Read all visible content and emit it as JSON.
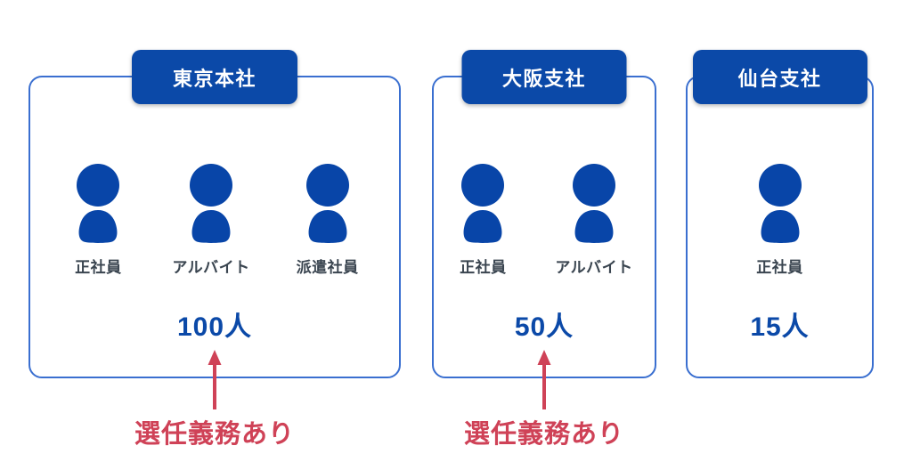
{
  "diagram": {
    "title_semantics": "office-headcount-selection-duty-diagram",
    "colors": {
      "badge_blue": "#0b49a8",
      "icon_blue": "#0845a8",
      "card_border_blue": "#3a6fd0",
      "label_gray": "#3a4550",
      "annotation_red": "#cf4257",
      "background": "#ffffff"
    },
    "offices": [
      {
        "id": "tokyo",
        "badge_label": "東京本社",
        "workers": [
          {
            "icon": "person-icon",
            "label": "正社員"
          },
          {
            "icon": "person-icon",
            "label": "アルバイト"
          },
          {
            "icon": "person-icon",
            "label": "派遣社員"
          }
        ],
        "headcount": "100人",
        "annotation": "選任義務あり",
        "has_annotation": true
      },
      {
        "id": "osaka",
        "badge_label": "大阪支社",
        "workers": [
          {
            "icon": "person-icon",
            "label": "正社員"
          },
          {
            "icon": "person-icon",
            "label": "アルバイト"
          }
        ],
        "headcount": "50人",
        "annotation": "選任義務あり",
        "has_annotation": true
      },
      {
        "id": "sendai",
        "badge_label": "仙台支社",
        "workers": [
          {
            "icon": "person-icon",
            "label": "正社員"
          }
        ],
        "headcount": "15人",
        "annotation": "",
        "has_annotation": false
      }
    ]
  }
}
